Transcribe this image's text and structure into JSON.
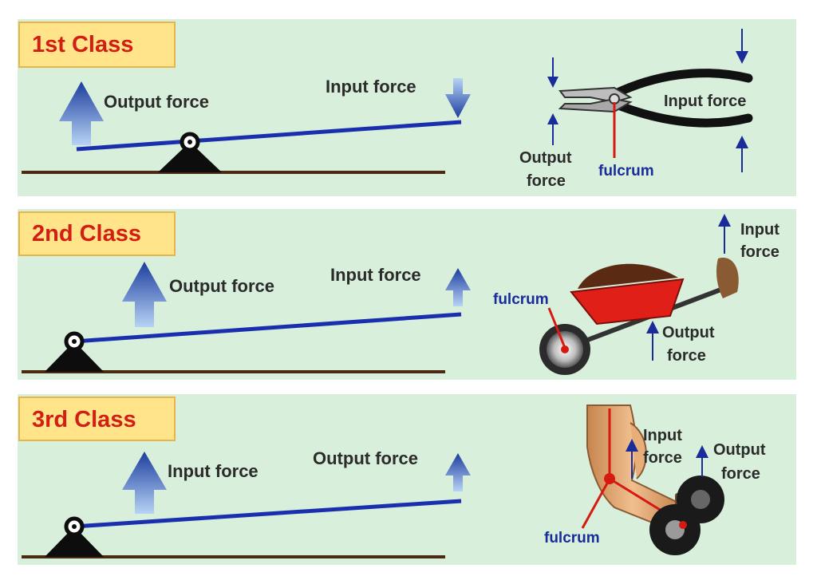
{
  "colors": {
    "panel_bg": "#d8efdc",
    "title_bg": "#ffe48a",
    "title_border": "#e6b64a",
    "title_text": "#d21e14",
    "lever": "#1a2fae",
    "ground": "#4b2a12",
    "fulcrum": "#0d0d0d",
    "label_text": "#2b2b2b",
    "blue_label": "#1a2c9a",
    "red_line": "#d61a10",
    "arrow_dark": "#1c3d9e",
    "arrow_light": "#9fc1ef"
  },
  "panels": [
    {
      "title": "1st Class",
      "lever_labels": {
        "output": "Output force",
        "input": "Input force"
      },
      "example": {
        "name": "pliers",
        "input": "Input force",
        "output_line1": "Output",
        "output_line2": "force",
        "fulcrum": "fulcrum"
      }
    },
    {
      "title": "2nd Class",
      "lever_labels": {
        "output": "Output force",
        "input": "Input force"
      },
      "example": {
        "name": "wheelbarrow",
        "input_line1": "Input",
        "input_line2": "force",
        "output_line1": "Output",
        "output_line2": "force",
        "fulcrum": "fulcrum"
      }
    },
    {
      "title": "3rd Class",
      "lever_labels": {
        "input": "Input force",
        "output": "Output force"
      },
      "example": {
        "name": "arm-with-dumbbell",
        "input_line1": "Input",
        "input_line2": "force",
        "output_line1": "Output",
        "output_line2": "force",
        "fulcrum": "fulcrum"
      }
    }
  ]
}
